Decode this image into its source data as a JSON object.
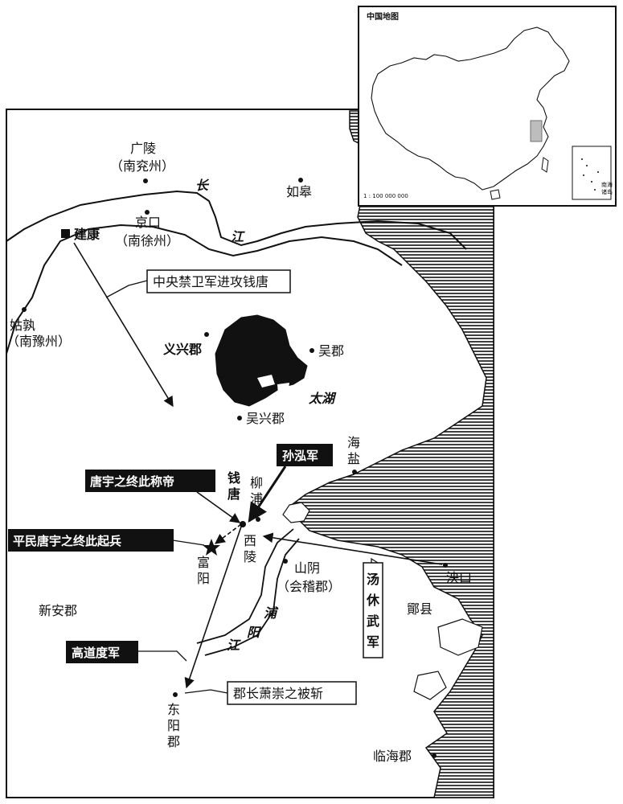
{
  "main_map": {
    "places": {
      "guangling": "广陵",
      "guangling_sub": "（南兖州）",
      "jingkou": "京口",
      "jingkou_sub": "（南徐州）",
      "rugao": "如皋",
      "jiankang": "建康",
      "gushu": "姑孰",
      "gushu_sub": "（南豫州）",
      "yixing": "义兴郡",
      "wujun": "吴郡",
      "wuxing": "吴兴郡",
      "qiantang_1": "钱",
      "qiantang_2": "唐",
      "liupu_1": "柳",
      "liupu_2": "浦",
      "haiyan_1": "海",
      "haiyan_2": "盐",
      "xiling_1": "西",
      "xiling_2": "陵",
      "fuyang_1": "富",
      "fuyang_2": "阳",
      "shanyin": "山阴",
      "shanyin_sub": "（会稽郡）",
      "jiaokou": "泱口",
      "xinan": "新安郡",
      "maoxian": "鄮县",
      "dongyang_1": "东",
      "dongyang_2": "阳",
      "dongyang_3": "郡",
      "linhai": "临海郡"
    },
    "water": {
      "changjiang_1": "长",
      "changjiang_2": "江",
      "taihu": "太湖",
      "puyang_1": "江",
      "puyang_2": "阳",
      "puyang_3": "浦"
    },
    "annotations": {
      "guard_attack": "中央禁卫军进攻钱唐",
      "tang_emperor": "唐宇之终此称帝",
      "sun_hong_army": "孙泓军",
      "tang_uprising": "平民唐宇之终此起兵",
      "tang_xiuwu_1": "汤",
      "tang_xiuwu_2": "休",
      "tang_xiuwu_3": "武",
      "tang_xiuwu_4": "军",
      "gao_army": "高道度军",
      "xiao_chong": "郡长萧崇之被斩"
    }
  },
  "inset_map": {
    "title": "中国地图",
    "scale": "1 : 100 000 000",
    "south_sea_1": "南海",
    "south_sea_2": "诸岛"
  },
  "colors": {
    "ink": "#111111",
    "paper": "#ffffff",
    "highlight": "#bdbdbd"
  }
}
